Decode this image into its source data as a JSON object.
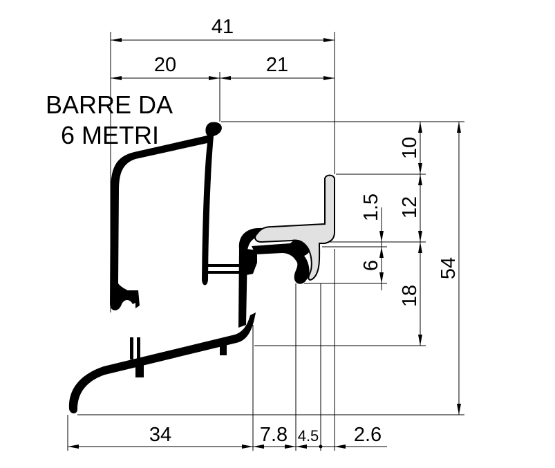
{
  "note": {
    "line1": "BARRE DA",
    "line2": "6 METRI"
  },
  "dimensions": {
    "top_total": "41",
    "top_left": "20",
    "top_right": "21",
    "right_10": "10",
    "right_12": "12",
    "right_1_5": "1.5",
    "right_6": "6",
    "right_18": "18",
    "right_total": "54",
    "bottom_34": "34",
    "bottom_7_8": "7.8",
    "bottom_4_5": "4.5",
    "bottom_2_6": "2.6"
  },
  "colors": {
    "profile": "#000000",
    "gasket": "#e1e1e1",
    "background": "#ffffff"
  }
}
